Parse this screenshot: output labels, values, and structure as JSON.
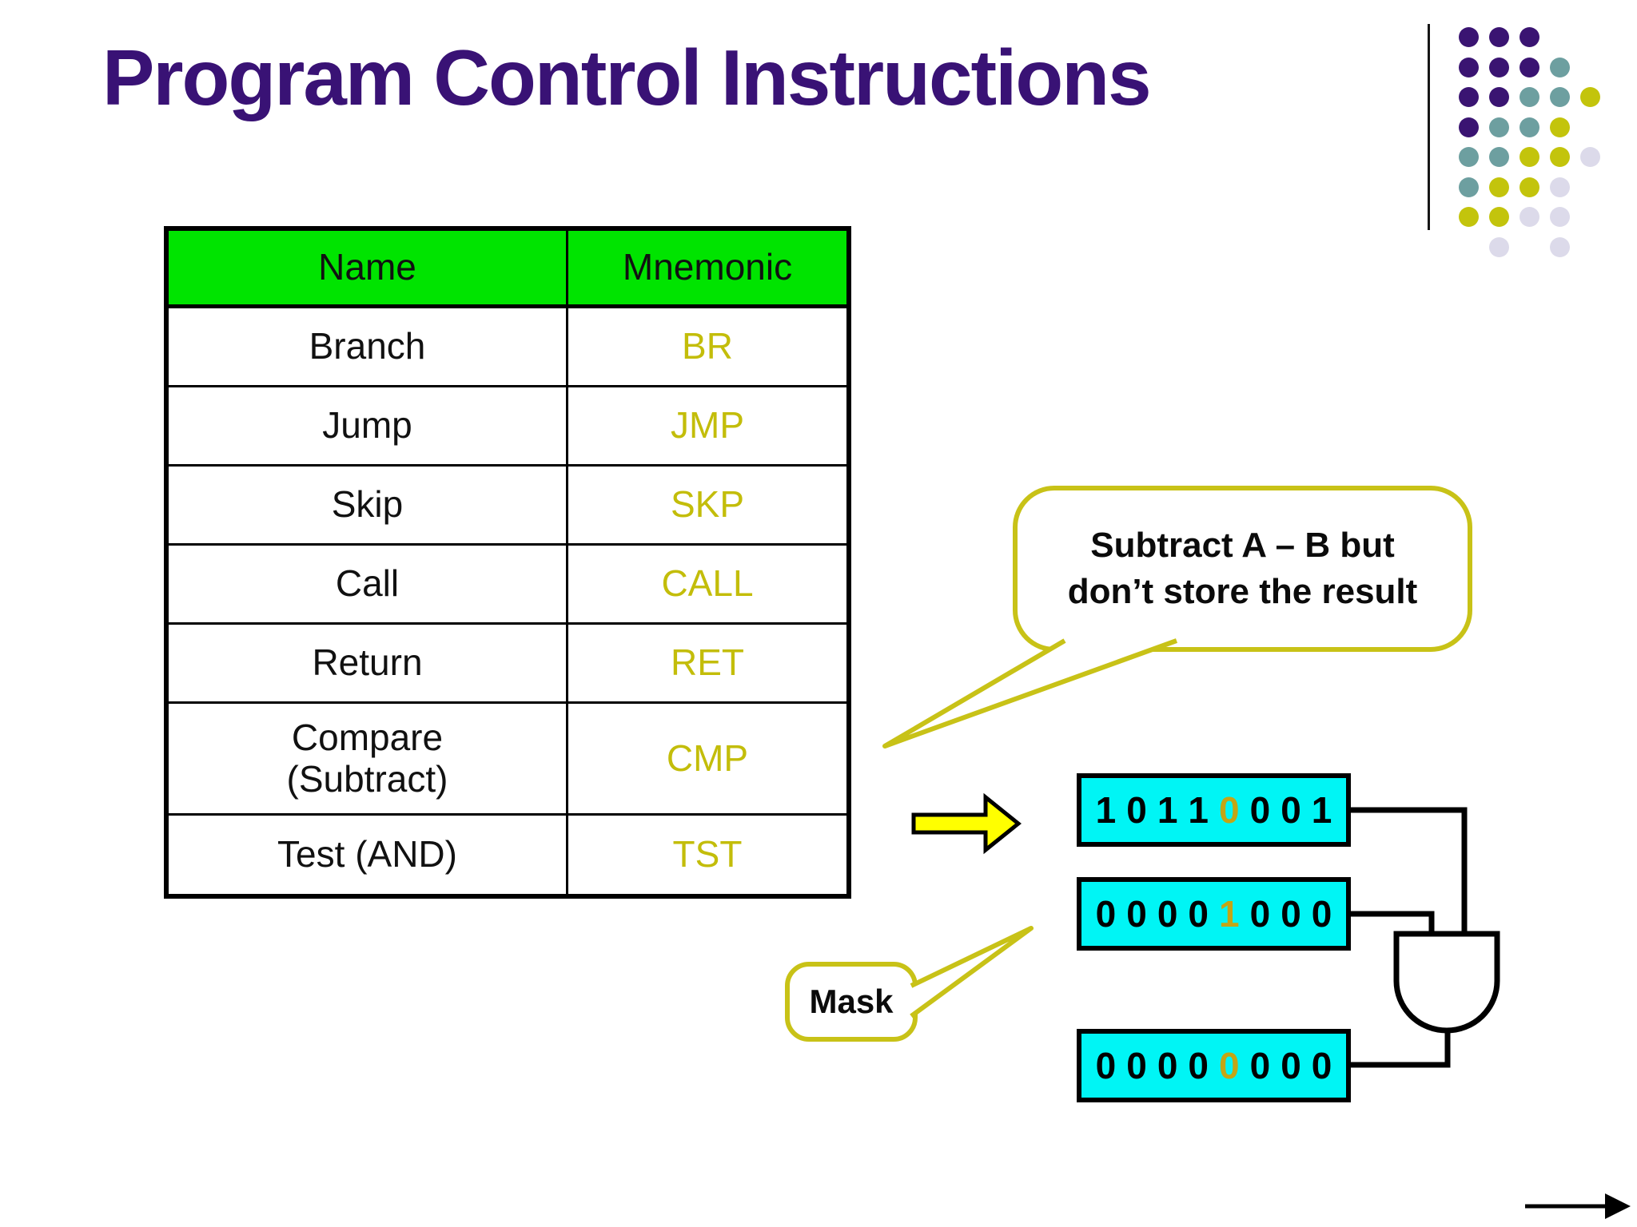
{
  "slide": {
    "title": "Program Control Instructions",
    "colors": {
      "title": "#391275",
      "table_header_green": "#00e400",
      "mnemonic_olive": "#c3bd0a",
      "callout_border_olive": "#c8c217",
      "register_cyan": "#00f5f5",
      "highlight_digit_gold": "#c4a515",
      "block_arrow_yellow": "#ffff00"
    }
  },
  "table": {
    "headers": [
      "Name",
      "Mnemonic"
    ],
    "rows": [
      {
        "name": "Branch",
        "mnemonic": "BR"
      },
      {
        "name": "Jump",
        "mnemonic": "JMP"
      },
      {
        "name": "Skip",
        "mnemonic": "SKP"
      },
      {
        "name": "Call",
        "mnemonic": "CALL"
      },
      {
        "name": "Return",
        "mnemonic": "RET"
      },
      {
        "name": "Compare\n(Subtract)",
        "mnemonic": "CMP"
      },
      {
        "name": "Test (AND)",
        "mnemonic": "TST"
      }
    ]
  },
  "callouts": {
    "subtract": {
      "line1": "Subtract A – B but",
      "line2": "don’t store the result"
    },
    "mask": {
      "label": "Mask"
    }
  },
  "registers": [
    {
      "bits": "10110001",
      "highlight_index": 4
    },
    {
      "bits": "00001000",
      "highlight_index": 4
    },
    {
      "bits": "00000000",
      "highlight_index": 4
    }
  ],
  "diagram": {
    "gate": "AND",
    "operation": "operand AND mask = result"
  },
  "decoration": {
    "dot_grid": [
      "PPP..",
      "PPPT.",
      "PPTTY",
      "PTTY.",
      "TTYYL",
      "TYYL.",
      "YYLL.",
      ".L.L."
    ],
    "dot_colors": {
      "P": "#3a1472",
      "T": "#6d9fa0",
      "Y": "#c3c40c",
      "L": "#dcdaea"
    }
  }
}
